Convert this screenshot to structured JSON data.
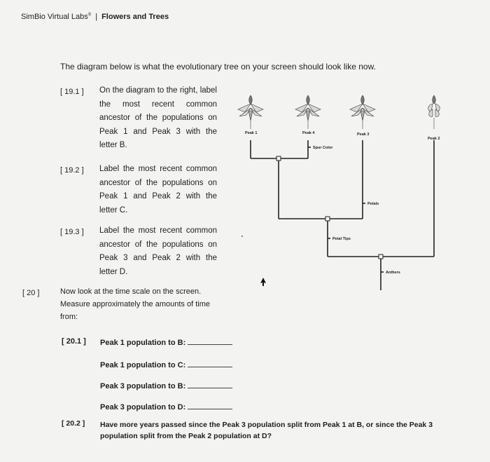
{
  "header": {
    "app_name": "SimBio Virtual Labs",
    "reg_mark": "®",
    "separator": "|",
    "lab_title": "Flowers and Trees"
  },
  "intro": "The diagram below is what the evolutionary tree on your screen should look like now.",
  "questions": [
    {
      "num": "[ 19.1 ]",
      "text": "On the diagram to the right, label the most recent common ancestor of the populations on Peak 1 and Peak 3 with the letter B."
    },
    {
      "num": "[ 19.2 ]",
      "text": "Label the most recent common ancestor of the populations on Peak 1 and Peak 2 with the letter C."
    },
    {
      "num": "[ 19.3 ]",
      "text": "Label the most recent common ancestor of the populations on Peak 3 and Peak 2 with the letter D."
    }
  ],
  "section20": {
    "num": "[ 20 ]",
    "text": "Now look at the time scale on the screen. Measure approximately the amounts of time from:",
    "sub_num": "[ 20.1 ]",
    "rows": [
      "Peak 1 population to B:",
      "Peak 1 population to C:",
      "Peak 3 population to B:",
      "Peak 3 population to D:"
    ]
  },
  "final": {
    "num": "[ 20.2 ]",
    "text": "Have more years passed since the Peak 3 population split from Peak 1 at B, or since the Peak 3 population split from the Peak 2 population at D?"
  },
  "tree": {
    "peaks": [
      "Peak 1",
      "Peak 4",
      "Peak 3",
      "Peak 2"
    ],
    "traits": [
      "Spur Color",
      "Petals",
      "Petal Tips",
      "Anthers"
    ],
    "line_color": "#222222"
  }
}
